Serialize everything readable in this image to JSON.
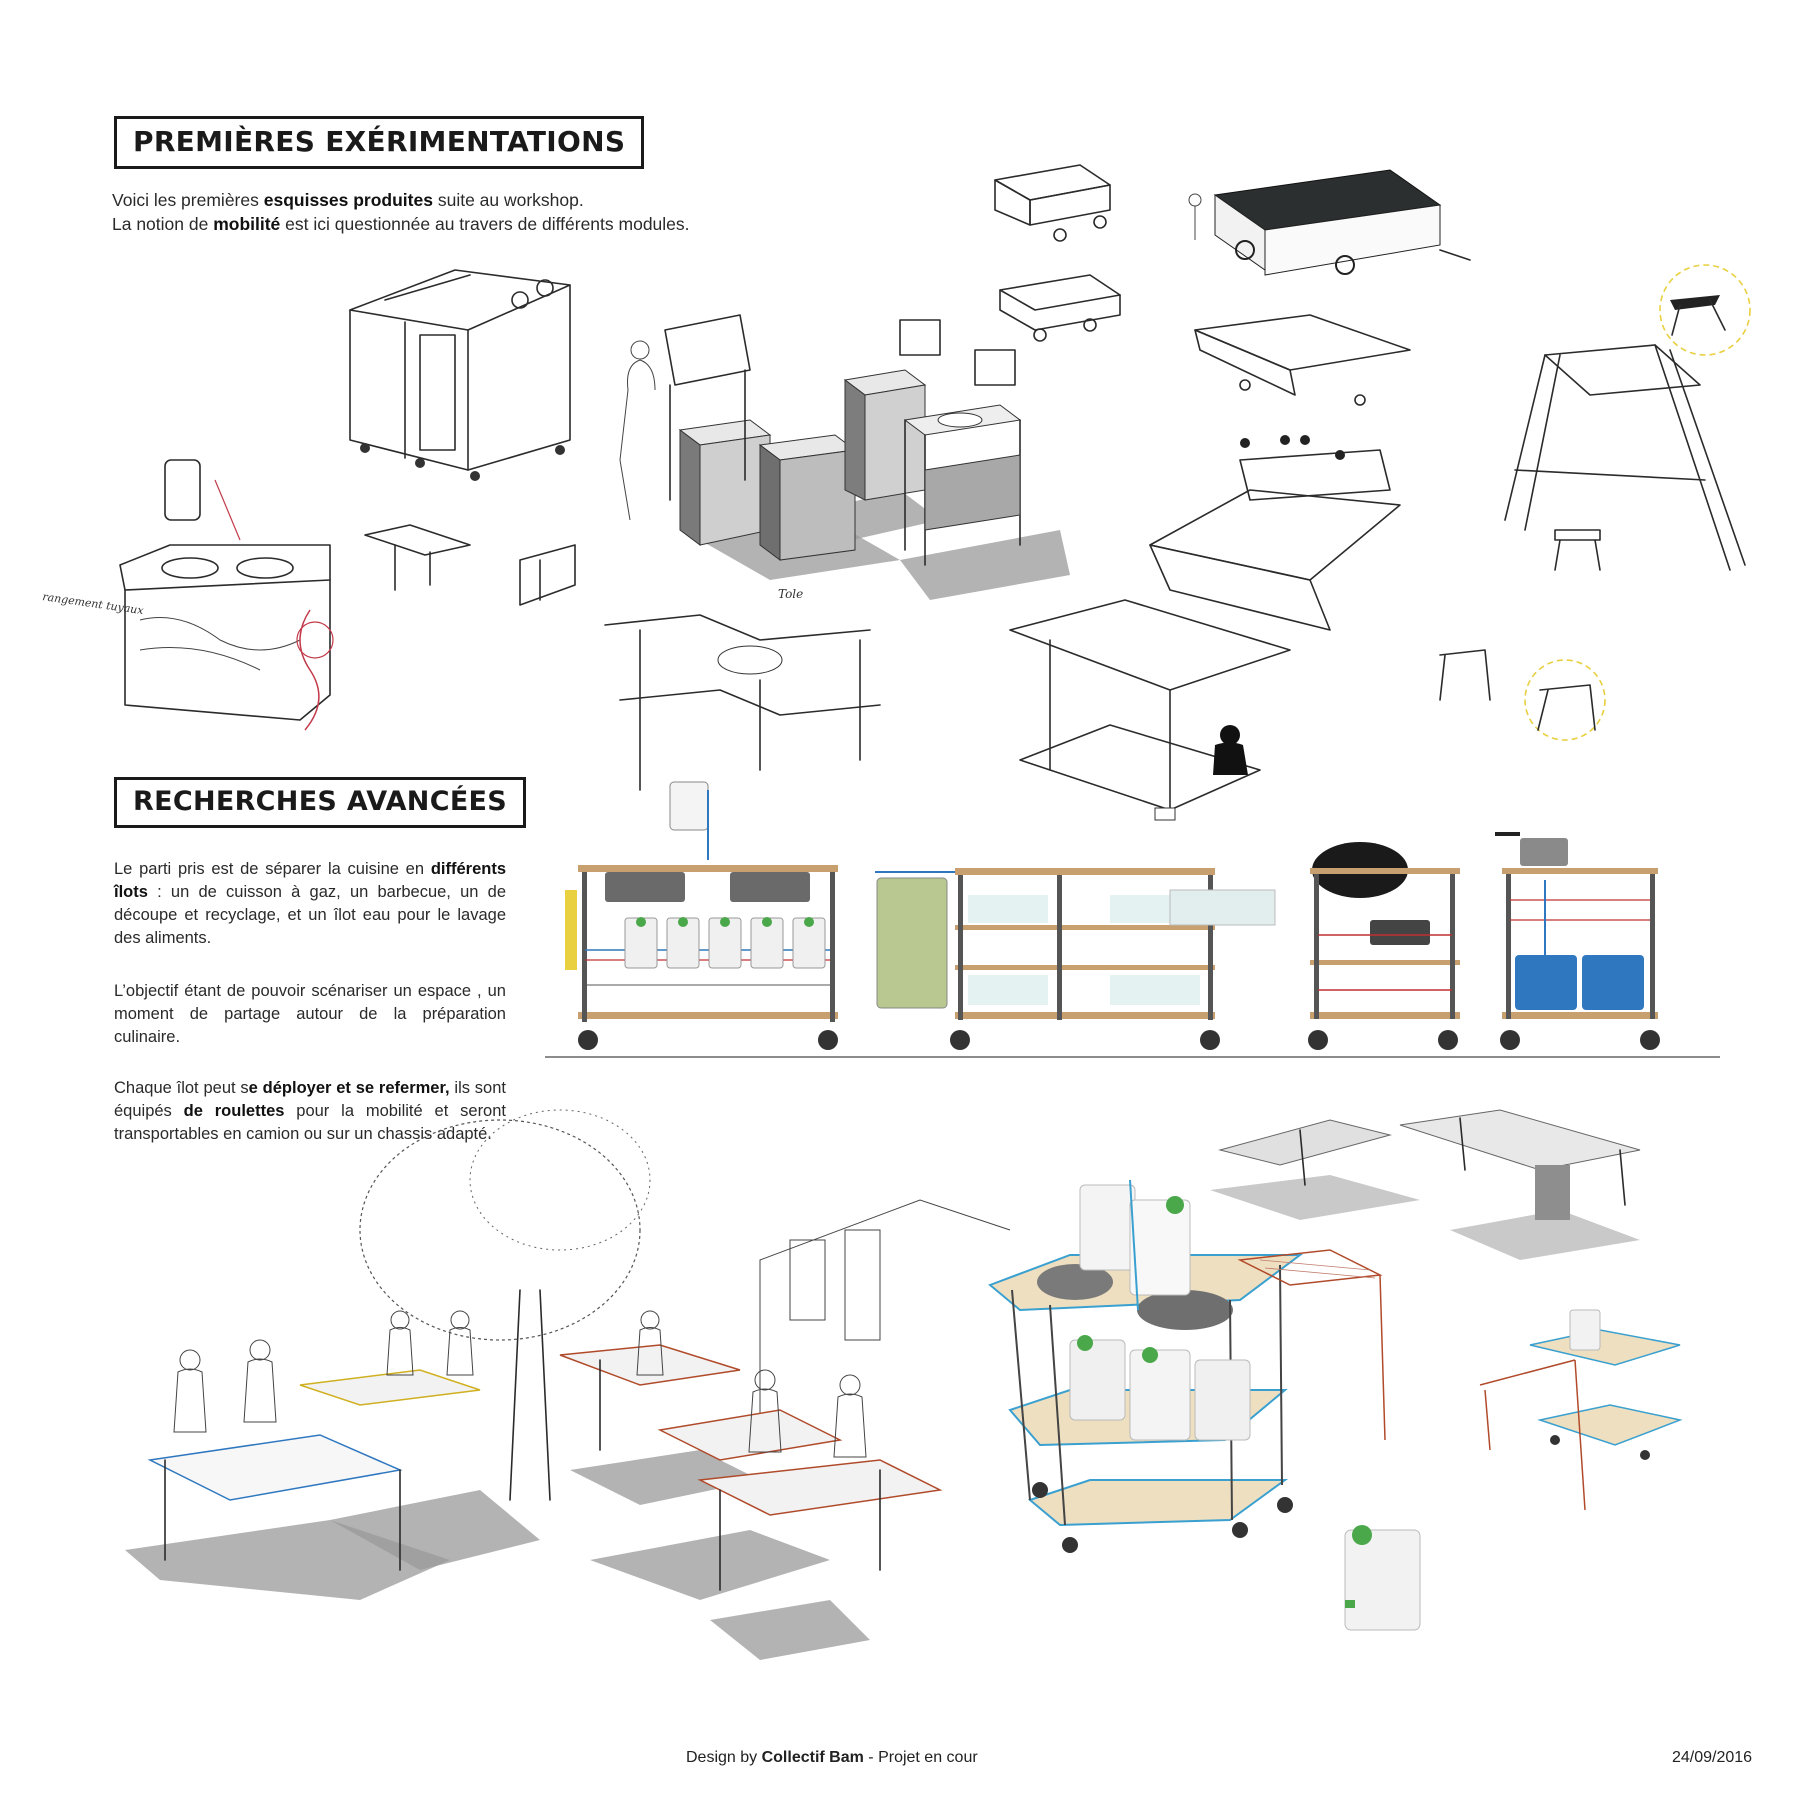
{
  "section1": {
    "title": "PREMIÈRES EXÉRIMENTATIONS",
    "intro_line1_a": "Voici les premières ",
    "intro_line1_b": "esquisses produites",
    "intro_line1_c": " suite au workshop.",
    "intro_line2_a": "La notion de ",
    "intro_line2_b": "mobilité",
    "intro_line2_c": " est ici questionnée au travers de différents modules."
  },
  "section2": {
    "title": "RECHERCHES AVANCÉES",
    "p1_a": "Le parti pris est de séparer la cuisine en ",
    "p1_b": "différents îlots",
    "p1_c": " : un de cuisson à gaz, un barbecue, un de découpe et recyclage, et un îlot eau pour le lavage des aliments.",
    "p2": "L’objectif étant de pouvoir scénariser un espace , un moment de partage autour de la préparation culinaire.",
    "p3_a": "Chaque îlot peut s",
    "p3_b": "e déployer et se refermer,",
    "p3_c": " ils sont équipés ",
    "p3_d": "de roulettes",
    "p3_e": " pour la mobilité et seront transportables en camion ou sur un chassis adapté."
  },
  "sketch_annotations": {
    "rangement": "rangement tuyaux",
    "tole": "Tole"
  },
  "footer": {
    "credit_prefix": "Design by ",
    "credit_name": "Collectif Bam",
    "credit_suffix": " - Projet en cour",
    "date": "24/09/2016"
  },
  "colors": {
    "wood": "#c8a070",
    "water_blue": "#2f78c0",
    "bin_green": "#b8c890",
    "accent_red": "#c03030",
    "accent_yellow": "#e8d040",
    "cap_green": "#4aa84a"
  }
}
